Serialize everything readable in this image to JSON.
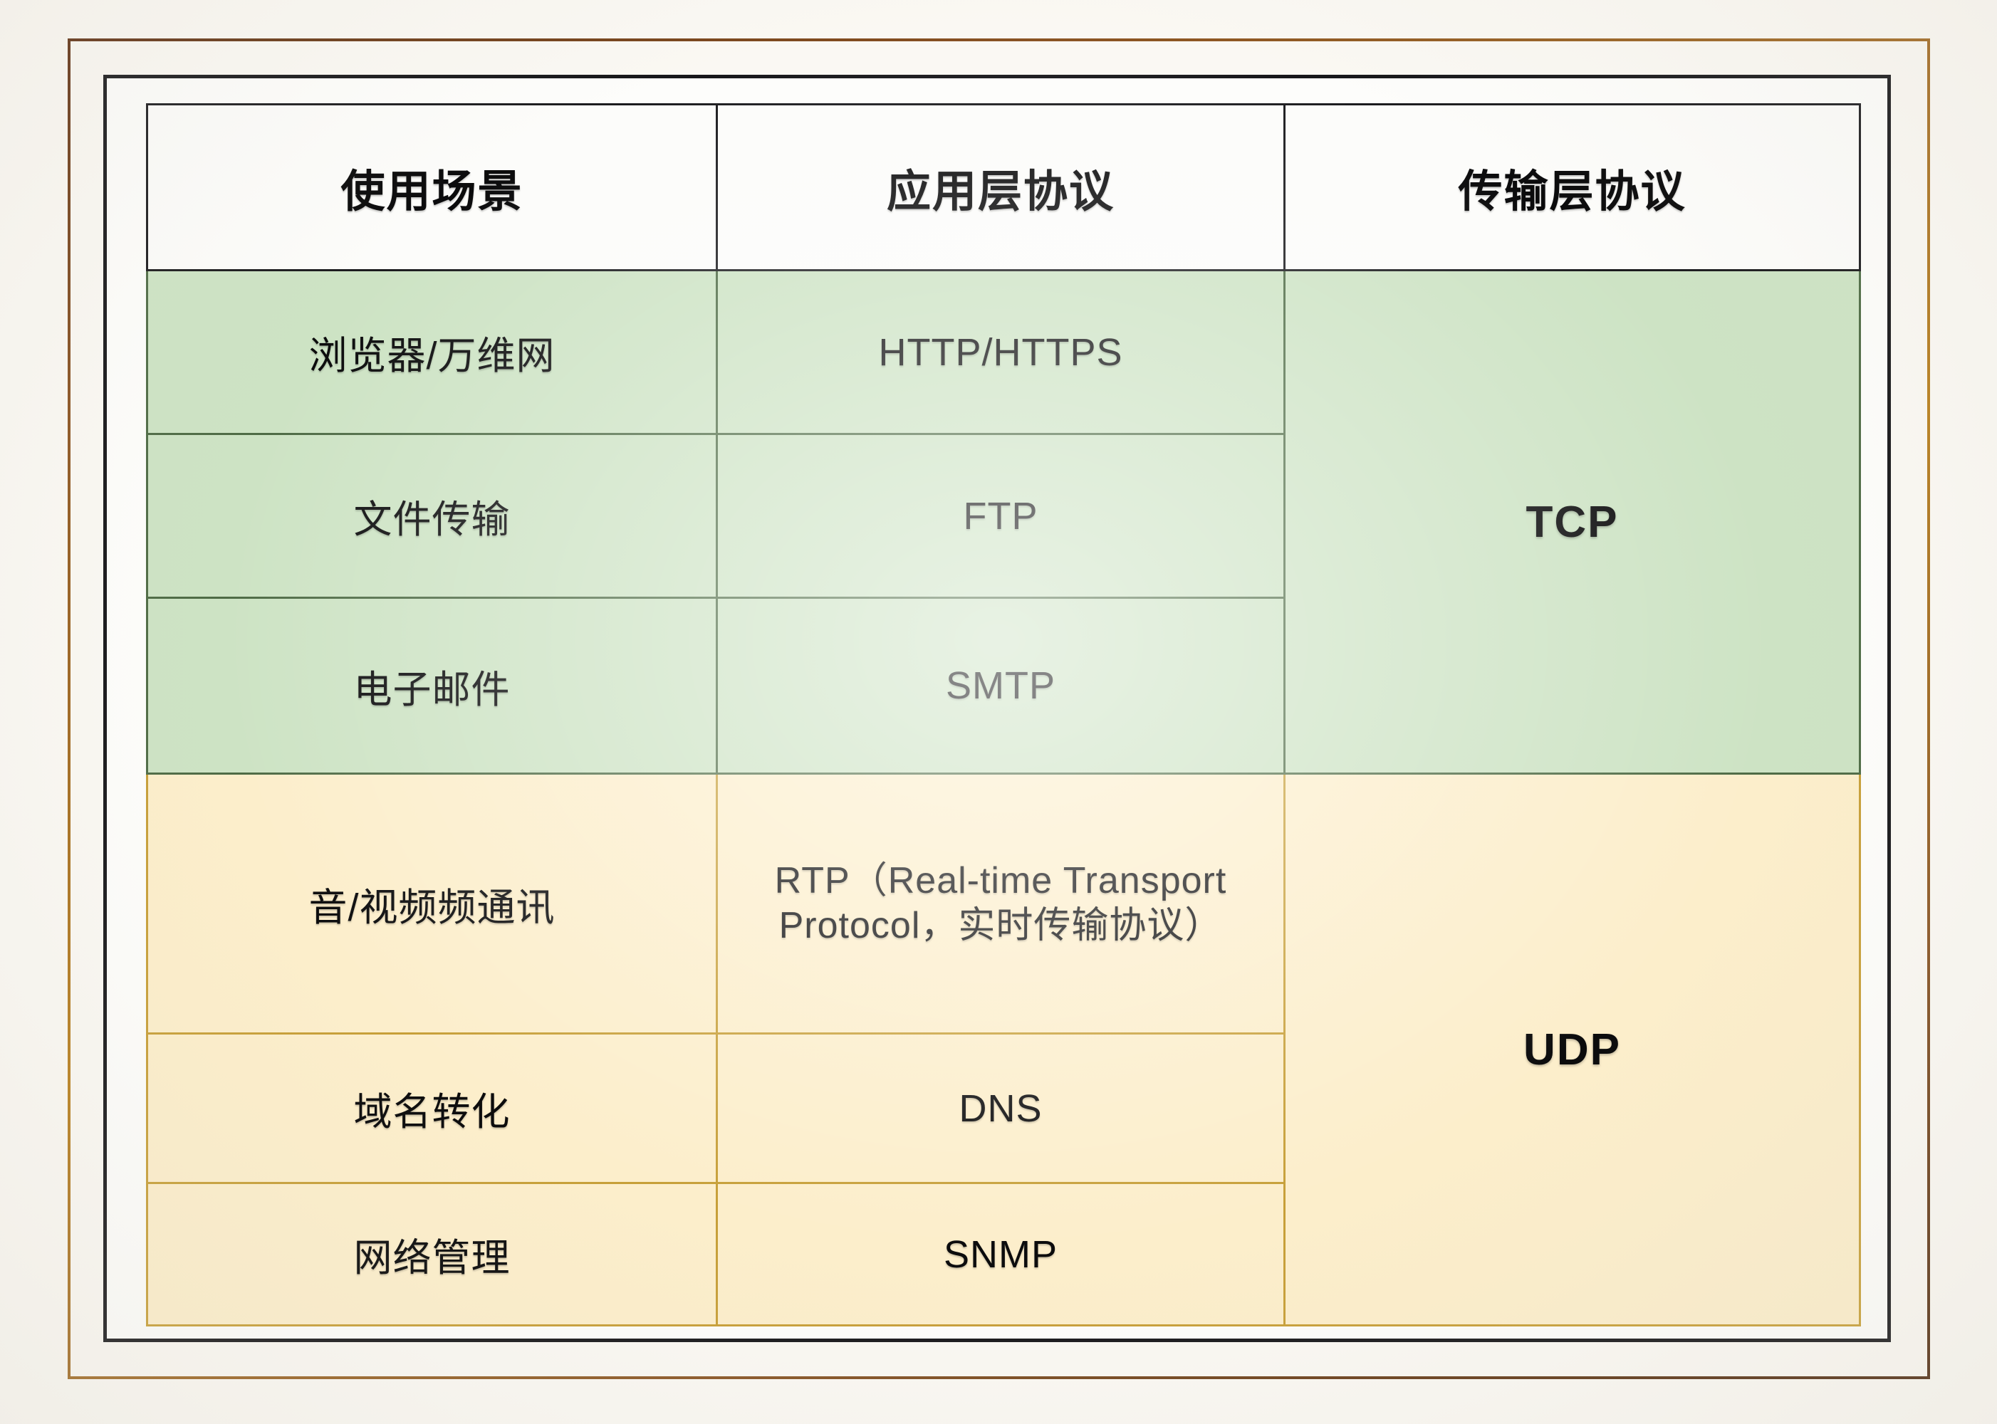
{
  "frame": {
    "outer_border_color": "#6e3d1c",
    "inner_border_color": "#17171a",
    "page_background": "#faf8f3"
  },
  "palette": {
    "tcp_fill": "#cde3c4",
    "tcp_border": "#4e6b45",
    "udp_fill": "#fceecb",
    "udp_border": "#c79f38",
    "header_fill": "#fcfcfa",
    "header_border": "#1b1b1e",
    "text": "#0b0b0c"
  },
  "table": {
    "headers": [
      "使用场景",
      "应用层协议",
      "传输层协议"
    ],
    "groups": [
      {
        "transport": "TCP",
        "rowspan": 3,
        "rows": [
          {
            "scenario": "浏览器/万维网",
            "application": "HTTP/HTTPS"
          },
          {
            "scenario": "文件传输",
            "application": "FTP"
          },
          {
            "scenario": "电子邮件",
            "application": "SMTP"
          }
        ]
      },
      {
        "transport": "UDP",
        "rowspan": 3,
        "rows": [
          {
            "scenario": "音/视频频通讯",
            "application": "RTP（Real-time Transport Protocol，实时传输协议）"
          },
          {
            "scenario": "域名转化",
            "application": "DNS"
          },
          {
            "scenario": "网络管理",
            "application": "SNMP"
          }
        ]
      }
    ]
  },
  "watermark": {
    "text": ""
  }
}
